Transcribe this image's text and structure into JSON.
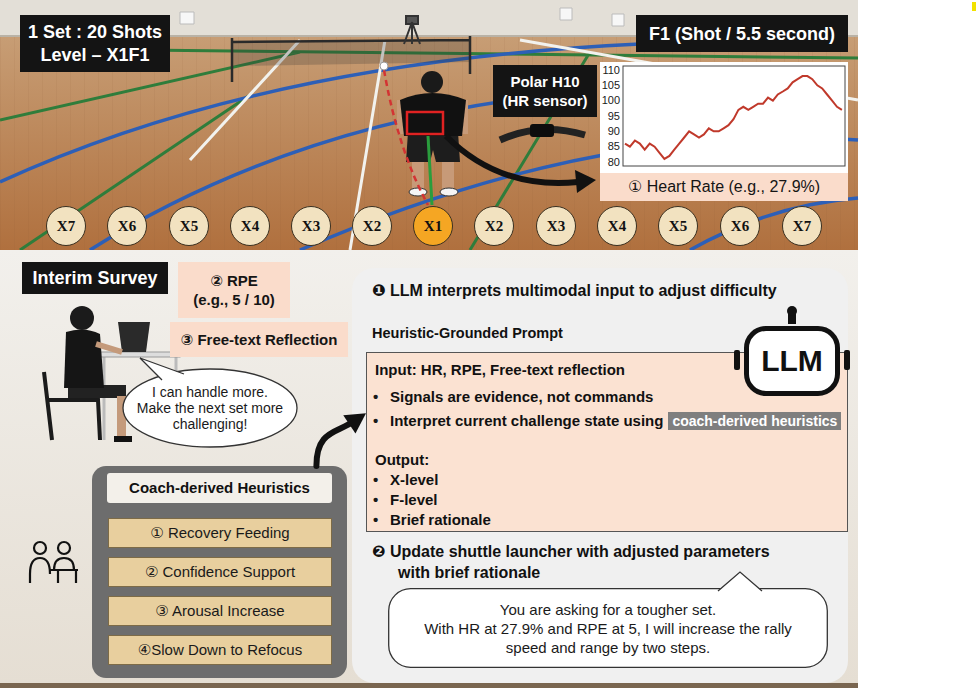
{
  "diagram": {
    "nodes": [
      {
        "text": [
          "1 Set : 20 Shots",
          "Level – X1F1"
        ]
      },
      {
        "text": [
          "F1 (Shot / 5.5 second)"
        ]
      },
      {
        "text": [
          "Polar H10",
          "(HR sensor)"
        ]
      },
      {
        "text": [
          "① Heart Rate (e.g., 27.9%)"
        ]
      },
      {
        "text": [
          "X7"
        ]
      },
      {
        "text": [
          "X6"
        ]
      },
      {
        "text": [
          "X5"
        ]
      },
      {
        "text": [
          "X4"
        ]
      },
      {
        "text": [
          "X3"
        ]
      },
      {
        "text": [
          "X2"
        ]
      },
      {
        "text": [
          "X1"
        ]
      },
      {
        "text": [
          "X2"
        ]
      },
      {
        "text": [
          "X3"
        ]
      },
      {
        "text": [
          "X4"
        ]
      },
      {
        "text": [
          "X5"
        ]
      },
      {
        "text": [
          "X6"
        ]
      },
      {
        "text": [
          "X7"
        ]
      },
      {
        "text": [
          "Interim Survey"
        ]
      },
      {
        "text": [
          "② RPE",
          "(e.g., 5 / 10)"
        ]
      },
      {
        "text": [
          "③ Free-text Reflection"
        ]
      },
      {
        "text": [
          "I can handle more. Make the next set more challenging!"
        ]
      },
      {
        "text": [
          "❶ LLM interprets multimodal input to adjust difficulty",
          "Heuristic-Grounded Prompt",
          "❷ Update shuttle launcher with adjusted parameters with brief rationale"
        ]
      },
      {
        "text": [
          "LLM"
        ],
        "in": 21
      },
      {
        "text": [
          "Input: HR, RPE, Free-text reflection",
          "Signals are evidence, not commands",
          "Interpret current challenge state using",
          "Output:",
          "X-level",
          "F-level",
          "Brief rationale"
        ],
        "in": 21
      },
      {
        "text": [
          "coach-derived heuristics"
        ],
        "in": 23
      },
      {
        "text": [
          "You are asking for a tougher set.",
          "With HR at 27.9% and RPE at 5, I will increase the rally speed and range by two steps."
        ],
        "in": 21
      },
      {
        "text": [
          "Coach-derived Heuristics"
        ]
      },
      {
        "text": [
          "① Recovery Feeding"
        ],
        "in": 26
      },
      {
        "text": [
          "② Confidence Support"
        ],
        "in": 26
      },
      {
        "text": [
          "③ Arousal Increase"
        ],
        "in": 26
      },
      {
        "text": [
          "④Slow Down to Refocus"
        ],
        "in": 26
      }
    ],
    "edges": [
      {
        "from": 26,
        "to": 23,
        "arrow": "to"
      }
    ],
    "labels": [
      "110",
      "105",
      "100",
      "95",
      "90",
      "85",
      "80",
      "•",
      "•",
      "•",
      "•",
      "•"
    ]
  }
}
